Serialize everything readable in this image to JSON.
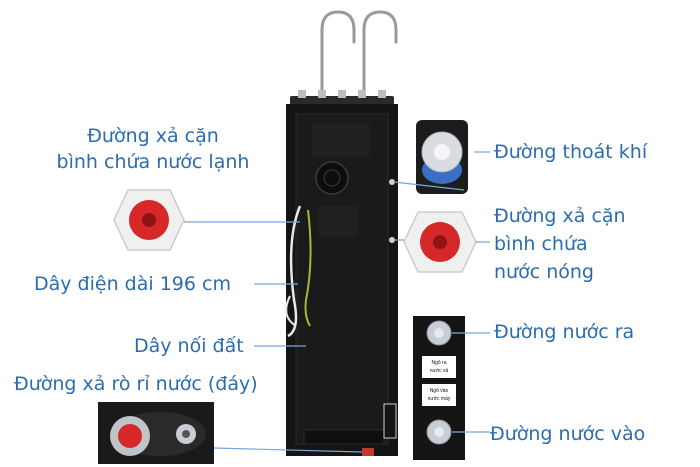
{
  "labels": {
    "cold_drain_line1": "Đường xả cặn",
    "cold_drain_line2": "bình chứa nước lạnh",
    "power_cord": "Dây điện dài 196 cm",
    "ground_wire": "Dây nối đất",
    "leak_drain": "Đường xả rò rỉ nước (đáy)",
    "vent": "Đường thoát khí",
    "hot_drain_line1": "Đường xả cặn",
    "hot_drain_line2": "bình chứa",
    "hot_drain_line3": "nước nóng",
    "water_out": "Đường nước ra",
    "water_in": "Đường nước vào"
  },
  "panel_stickers": {
    "outlet_line1": "Ngõ ra",
    "outlet_line2": "nước xả",
    "inlet_line1": "Ngõ vào",
    "inlet_line2": "nước máy"
  },
  "colors": {
    "label_text": "#2b6cb0",
    "leader_line": "#7aa7d6",
    "cabinet": "#141414",
    "cap_red": "#d62828",
    "cap_blue": "#3a6fc4"
  }
}
